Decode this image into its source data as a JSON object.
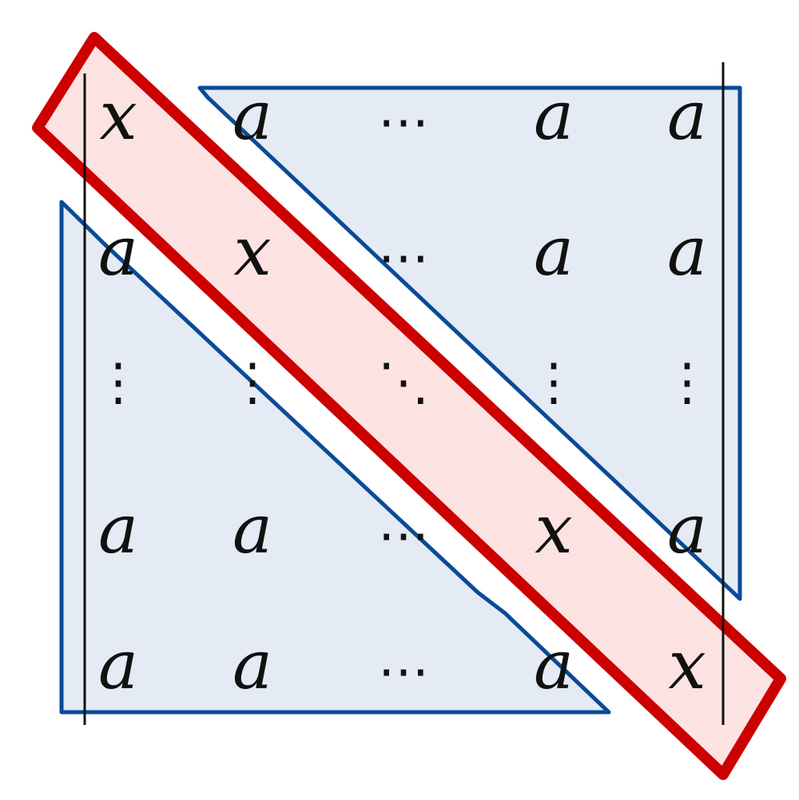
{
  "matrix": {
    "rows": [
      [
        "x",
        "a",
        "⋯",
        "a",
        "a"
      ],
      [
        "a",
        "x",
        "⋯",
        "a",
        "a"
      ],
      [
        "⋮",
        "⋮",
        "⋱",
        "⋮",
        "⋮"
      ],
      [
        "a",
        "a",
        "⋯",
        "x",
        "a"
      ],
      [
        "a",
        "a",
        "⋯",
        "a",
        "x"
      ]
    ]
  },
  "colors": {
    "diagonal_stroke": "#cc0000",
    "diagonal_fill": "#fde2e2",
    "triangle_stroke": "#0b4a96",
    "triangle_fill": "#e4ebf4",
    "text": "#111111"
  }
}
